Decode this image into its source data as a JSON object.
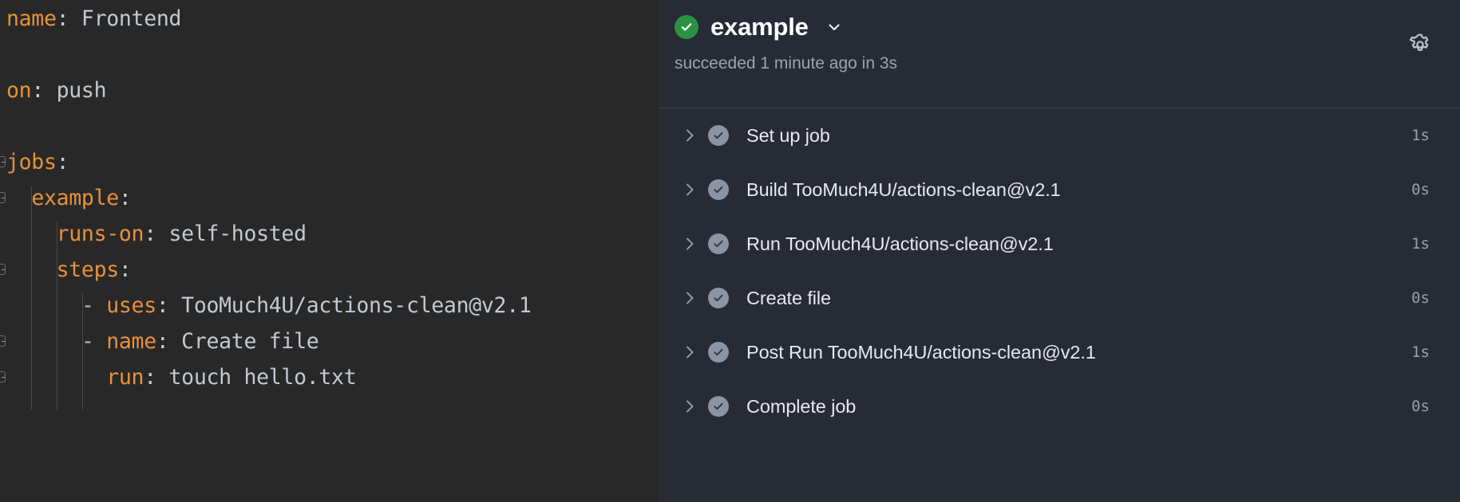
{
  "editor": {
    "language": "yaml",
    "lines": [
      {
        "indent": 0,
        "tokens": [
          {
            "t": "key",
            "v": "name"
          },
          {
            "t": "punct",
            "v": ":"
          },
          {
            "t": "val",
            "v": " Frontend"
          }
        ]
      },
      {
        "indent": 0,
        "tokens": []
      },
      {
        "indent": 0,
        "tokens": [
          {
            "t": "key",
            "v": "on"
          },
          {
            "t": "punct",
            "v": ":"
          },
          {
            "t": "val",
            "v": " push"
          }
        ]
      },
      {
        "indent": 0,
        "tokens": []
      },
      {
        "indent": 0,
        "tokens": [
          {
            "t": "key",
            "v": "jobs"
          },
          {
            "t": "punct",
            "v": ":"
          }
        ]
      },
      {
        "indent": 1,
        "tokens": [
          {
            "t": "key",
            "v": "example"
          },
          {
            "t": "punct",
            "v": ":"
          }
        ]
      },
      {
        "indent": 2,
        "tokens": [
          {
            "t": "key",
            "v": "runs-on"
          },
          {
            "t": "punct",
            "v": ":"
          },
          {
            "t": "val",
            "v": " self-hosted"
          }
        ]
      },
      {
        "indent": 2,
        "tokens": [
          {
            "t": "key",
            "v": "steps"
          },
          {
            "t": "punct",
            "v": ":"
          }
        ]
      },
      {
        "indent": 3,
        "tokens": [
          {
            "t": "dash",
            "v": "- "
          },
          {
            "t": "key",
            "v": "uses"
          },
          {
            "t": "punct",
            "v": ":"
          },
          {
            "t": "val",
            "v": " TooMuch4U/actions-clean@v2.1"
          }
        ]
      },
      {
        "indent": 3,
        "tokens": [
          {
            "t": "dash",
            "v": "- "
          },
          {
            "t": "key",
            "v": "name"
          },
          {
            "t": "punct",
            "v": ":"
          },
          {
            "t": "val",
            "v": " Create file"
          }
        ]
      },
      {
        "indent": 4,
        "tokens": [
          {
            "t": "key",
            "v": "run"
          },
          {
            "t": "punct",
            "v": ":"
          },
          {
            "t": "val",
            "v": " touch hello.txt"
          }
        ]
      }
    ],
    "raw_text": "name: Frontend\n\non: push\n\njobs:\n  example:\n    runs-on: self-hosted\n    steps:\n      - uses: TooMuch4U/actions-clean@v2.1\n      - name: Create file\n        run: touch hello.txt",
    "colors": {
      "background": "#282828",
      "key": "#e8913a",
      "value": "#c8ccd4",
      "indent_guide": "#4a4a4a"
    }
  },
  "panel": {
    "colors": {
      "background": "#262b35",
      "divider": "#3a4049",
      "success": "#2a9244",
      "step_status": "#8b94a3",
      "muted_text": "#9aa4b2"
    },
    "header": {
      "status_icon": "check-circle-icon",
      "title": "example",
      "dropdown_icon": "chevron-down-icon",
      "subtitle": "succeeded 1 minute ago in 3s",
      "settings_icon": "gear-icon"
    },
    "steps": [
      {
        "expand_icon": "chevron-right-icon",
        "status_icon": "check-circle-icon",
        "label": "Set up job",
        "duration": "1s"
      },
      {
        "expand_icon": "chevron-right-icon",
        "status_icon": "check-circle-icon",
        "label": "Build TooMuch4U/actions-clean@v2.1",
        "duration": "0s"
      },
      {
        "expand_icon": "chevron-right-icon",
        "status_icon": "check-circle-icon",
        "label": "Run TooMuch4U/actions-clean@v2.1",
        "duration": "1s"
      },
      {
        "expand_icon": "chevron-right-icon",
        "status_icon": "check-circle-icon",
        "label": "Create file",
        "duration": "0s"
      },
      {
        "expand_icon": "chevron-right-icon",
        "status_icon": "check-circle-icon",
        "label": "Post Run TooMuch4U/actions-clean@v2.1",
        "duration": "1s"
      },
      {
        "expand_icon": "chevron-right-icon",
        "status_icon": "check-circle-icon",
        "label": "Complete job",
        "duration": "0s"
      }
    ]
  }
}
